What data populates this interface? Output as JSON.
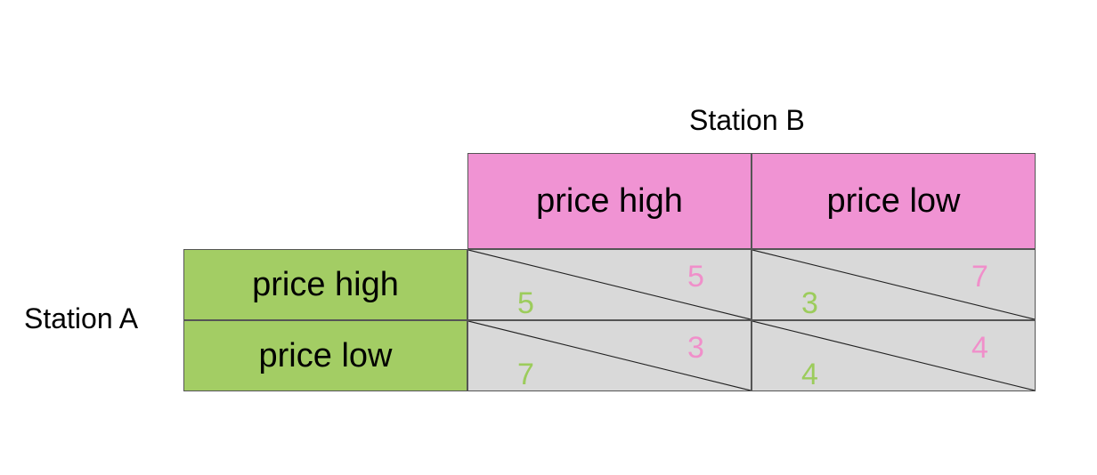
{
  "players": {
    "column_player": "Station B",
    "row_player": "Station A"
  },
  "strategies": {
    "column": [
      "price high",
      "price low"
    ],
    "row": [
      "price high",
      "price low"
    ]
  },
  "payoffs": [
    [
      {
        "a": "5",
        "b": "5"
      },
      {
        "a": "3",
        "b": "7"
      }
    ],
    [
      {
        "a": "7",
        "b": "3"
      },
      {
        "a": "4",
        "b": "4"
      }
    ]
  ],
  "colors": {
    "column_header_fill": "#f093d3",
    "row_header_fill": "#a3cd64",
    "cell_fill": "#d9d9d9",
    "payoff_a_color": "#9ccc5c",
    "payoff_b_color": "#f08fca"
  }
}
